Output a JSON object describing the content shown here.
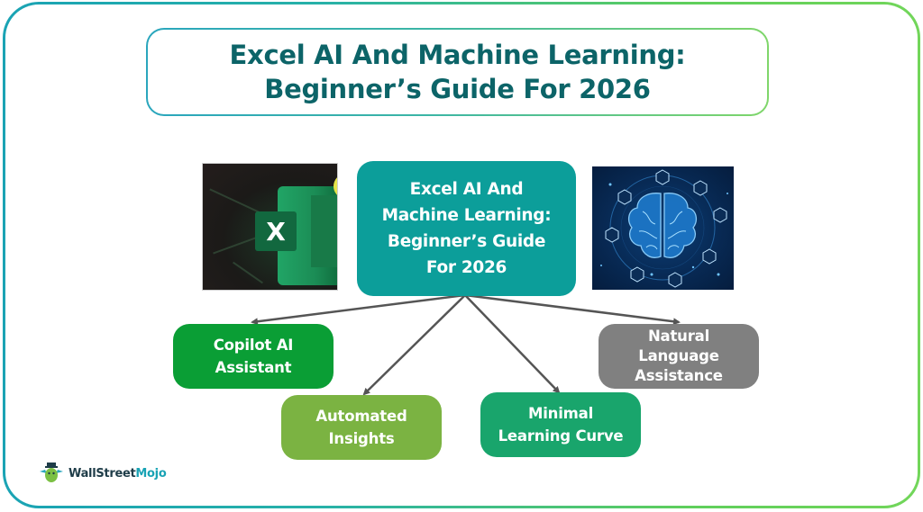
{
  "title": {
    "line1": "Excel AI And Machine Learning:",
    "line2": "Beginner’s Guide For 2026",
    "color": "#0c6468"
  },
  "center_node": {
    "lines": [
      "Excel AI And",
      "Machine Learning:",
      "Beginner’s Guide",
      "For 2026"
    ],
    "color": "#0c9e9a"
  },
  "images": {
    "left": {
      "description": "excel-logo-image",
      "tile_letter": "X"
    },
    "right": {
      "description": "ai-brain-circuit-image"
    }
  },
  "branches": [
    {
      "id": "copilot",
      "lines": [
        "Copilot AI",
        "Assistant"
      ],
      "color": "#0a9e35"
    },
    {
      "id": "automated",
      "lines": [
        "Automated",
        "Insights"
      ],
      "color": "#7bb342"
    },
    {
      "id": "minimal",
      "lines": [
        "Minimal",
        "Learning Curve"
      ],
      "color": "#19a56c"
    },
    {
      "id": "natural",
      "lines": [
        "Natural",
        "Language",
        "Assistance"
      ],
      "color": "#808080"
    }
  ],
  "branding": {
    "part1": "WallStreet",
    "part2": "Mojo"
  },
  "theme": {
    "border_gradient_start": "#1aa3b4",
    "border_gradient_end": "#72d65a",
    "arrow_color": "#555555"
  }
}
